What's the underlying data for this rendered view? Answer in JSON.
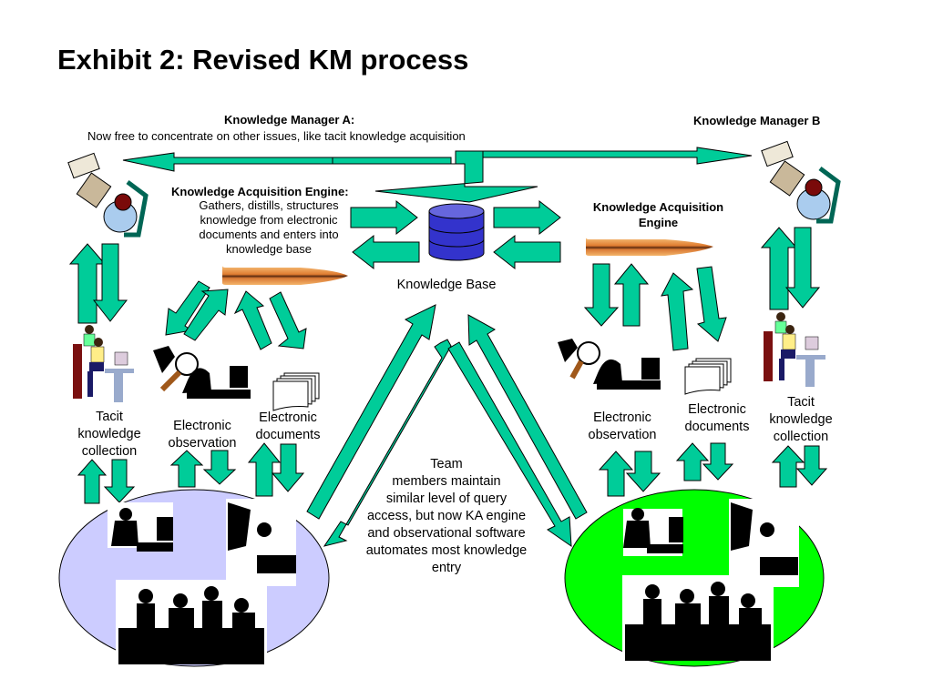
{
  "title": "Exhibit 2: Revised KM process",
  "colors": {
    "arrow_fill": "#00CC99",
    "db_fill": "#3333CC",
    "db_top": "#6666DD",
    "team_left_fill": "#CCCCFF",
    "team_right_fill": "#00FF00",
    "bullet": "#E8904A"
  },
  "manager_a": {
    "heading": "Knowledge Manager A:",
    "text": "Now free to concentrate on other issues, like tacit knowledge acquisition",
    "icon": "person-at-desk-topview-icon"
  },
  "manager_b": {
    "heading": "Knowledge Manager B",
    "icon": "person-at-desk-topview-icon"
  },
  "ka_engine_a": {
    "heading": "Knowledge Acquisition Engine:",
    "lines": [
      "Gathers, distills, structures",
      "knowledge from electronic",
      "documents and enters into",
      "knowledge base"
    ],
    "icon": "bullet-icon"
  },
  "ka_engine_b": {
    "heading_line1": "Knowledge Acquisition",
    "heading_line2": "Engine",
    "icon": "bullet-icon"
  },
  "knowledge_base": {
    "label": "Knowledge Base",
    "icon": "database-icon"
  },
  "left_sources": [
    {
      "lines": [
        "Tacit",
        "knowledge",
        "collection"
      ],
      "icon": "two-people-at-computer-icon"
    },
    {
      "lines": [
        "Electronic",
        "observation"
      ],
      "icon": "magnifier-observer-icon"
    },
    {
      "lines": [
        "Electronic",
        "documents"
      ],
      "icon": "document-stack-icon"
    }
  ],
  "right_sources": [
    {
      "lines": [
        "Electronic",
        "observation"
      ],
      "icon": "magnifier-observer-icon"
    },
    {
      "lines": [
        "Electronic",
        "documents"
      ],
      "icon": "document-stack-icon"
    },
    {
      "lines": [
        "Tacit",
        "knowledge",
        "collection"
      ],
      "icon": "two-people-at-computer-icon"
    }
  ],
  "middle_note": {
    "lines": [
      "Team",
      "members maintain",
      "similar level of query",
      "access, but now KA engine",
      "and observational software",
      "automates most knowledge",
      "entry"
    ]
  },
  "teams": [
    {
      "name": "team-a",
      "icon": "team-meeting-icon"
    },
    {
      "name": "team-b",
      "icon": "team-meeting-icon"
    }
  ]
}
